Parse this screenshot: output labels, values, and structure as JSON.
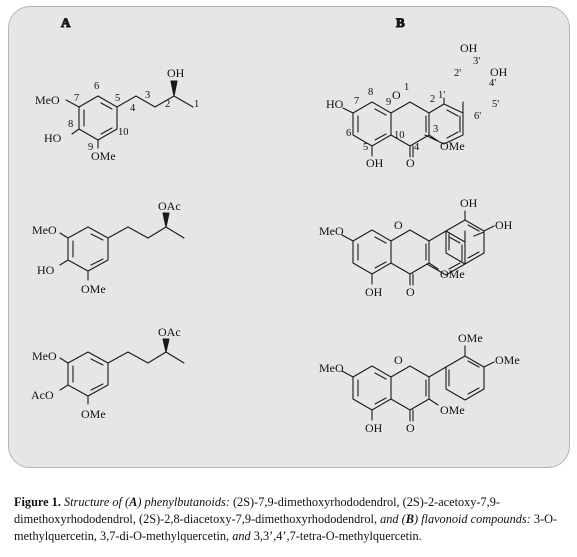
{
  "panels": {
    "a": "A",
    "b": "B"
  },
  "compound_a1": {
    "oh": "OH",
    "meo": "MeO",
    "ho": "HO",
    "ome": "OMe",
    "locants": {
      "c1": "1",
      "c2": "2",
      "c3": "3",
      "c4": "4",
      "c5": "5",
      "c6": "6",
      "c7": "7",
      "c8": "8",
      "c9": "9",
      "c10": "10"
    }
  },
  "compound_a2": {
    "oac": "OAc",
    "meo": "MeO",
    "ho": "HO",
    "ome": "OMe"
  },
  "compound_a3": {
    "oac": "OAc",
    "meo": "MeO",
    "aco": "AcO",
    "ome": "OMe"
  },
  "compound_b1": {
    "ho7": "HO",
    "o1": "O",
    "oh3p": "OH",
    "oh4p": "OH",
    "ome3": "OMe",
    "oh5": "OH",
    "o4": "O",
    "locants": {
      "n1": "1",
      "n2": "2",
      "n3": "3",
      "n4": "4",
      "n5": "5",
      "n6": "6",
      "n7": "7",
      "n8": "8",
      "n9": "9",
      "n10": "10",
      "p1": "1'",
      "p2": "2'",
      "p3": "3'",
      "p4": "4'",
      "p5": "5'",
      "p6": "6'"
    }
  },
  "compound_b2": {
    "meo7": "MeO",
    "o1": "O",
    "oh3p": "OH",
    "oh4p": "OH",
    "ome3": "OMe",
    "oh5": "OH",
    "o4": "O"
  },
  "compound_b3": {
    "meo7": "MeO",
    "o1": "O",
    "ome3p": "OMe",
    "ome4p": "OMe",
    "ome3": "OMe",
    "oh5": "OH",
    "o4": "O"
  },
  "caption": {
    "label": "Figure 1.",
    "s1": "Structure of (",
    "s2": "A",
    "s3": ") phenylbutanoids:",
    "s4": " (2S)-7,9-dimethoxyrhododendrol, (2S)-2-acetoxy-7,9-dimethoxyrhododendrol, (2S)-2,8-diacetoxy-7,9-dimethoxyrhododendrol, ",
    "s5": "and (",
    "s6": "B",
    "s7": ") flavonoid compounds:",
    "s8": " 3-O-methylquercetin, 3,7-di-O-methylquercetin, ",
    "s9": "and",
    "s10": " 3,3’,4’,7-tetra-O-methylquercetin."
  }
}
